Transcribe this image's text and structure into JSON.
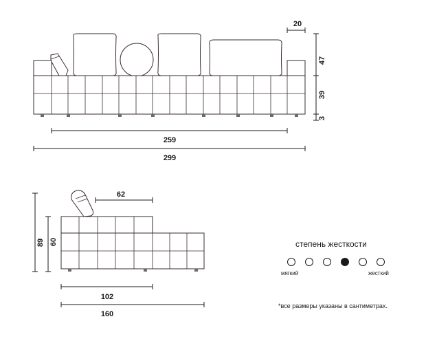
{
  "front_view": {
    "width_outer": "299",
    "width_seat": "259",
    "height_back": "47",
    "height_seat": "39",
    "height_feet": "3",
    "armrest_width": "20"
  },
  "side_view": {
    "depth_total": "160",
    "depth_seat": "102",
    "backrest_depth": "62",
    "height_total": "89",
    "height_seat": "60"
  },
  "firmness": {
    "title": "степень жесткости",
    "label_soft": "мягкий",
    "label_hard": "жесткий",
    "levels": 6,
    "selected": 4
  },
  "footnote": "*все размеры указаны в сантиметрах.",
  "colors": {
    "outline": "#3a2b2b",
    "ink": "#1a1a1a",
    "feet": "#6b6b6b"
  }
}
